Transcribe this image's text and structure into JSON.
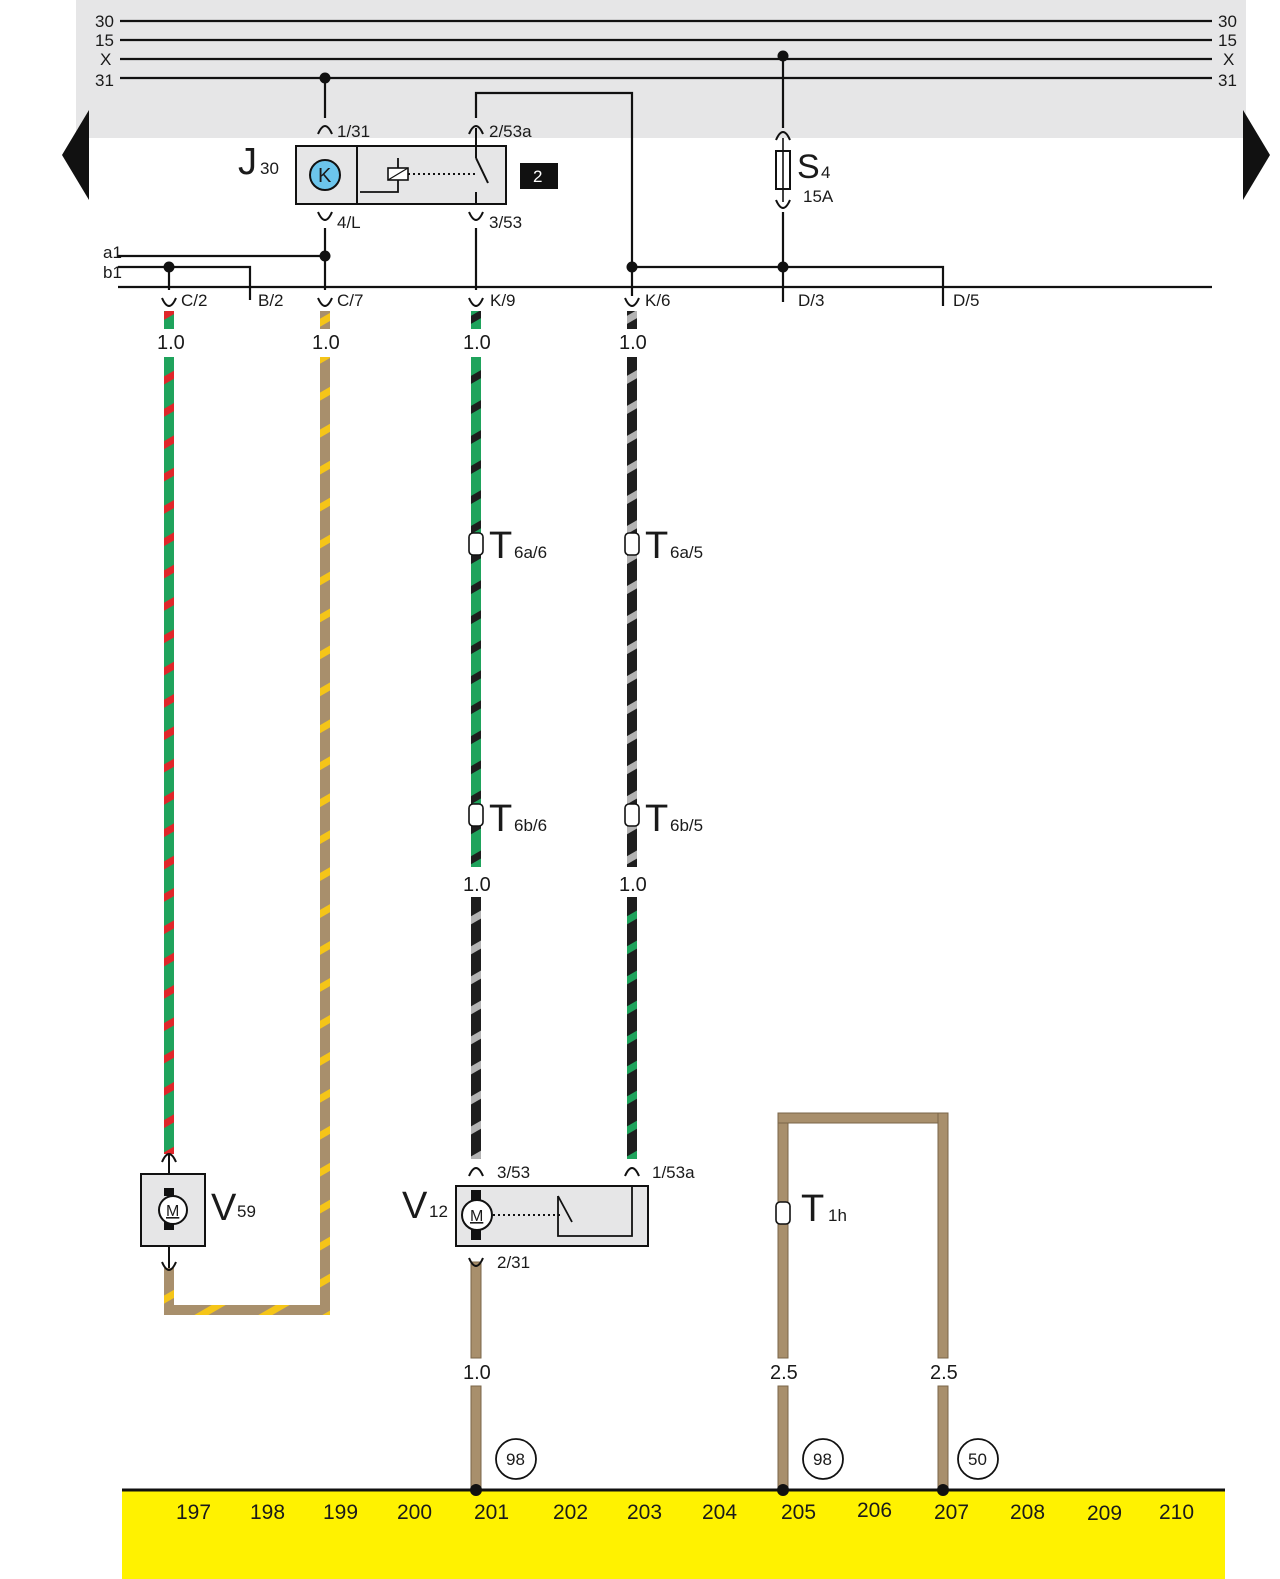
{
  "bus": {
    "lines_left": [
      "30",
      "15",
      "X",
      "31"
    ],
    "lines_right": [
      "30",
      "15",
      "X",
      "31"
    ]
  },
  "relay_j30": {
    "name": "J",
    "sub": "30",
    "coil_symbol": "K",
    "pin_top_left": "1/31",
    "pin_top_right": "2/53a",
    "pin_bottom_left": "4/L",
    "pin_bottom_right": "3/53",
    "ref_box": "2"
  },
  "fuse_s4": {
    "name": "S",
    "sub": "4",
    "rating": "15A"
  },
  "stubs": {
    "a": "a1",
    "b": "b1"
  },
  "connectors": [
    "C/2",
    "B/2",
    "C/7",
    "K/9",
    "K/6",
    "D/3",
    "D/5"
  ],
  "gauges": {
    "w1": "1.0",
    "w2": "1.0",
    "w3": "1.0",
    "w4": "1.0",
    "w3_lower": "1.0",
    "w4_lower": "1.0",
    "ground1": "1.0",
    "ground2": "2.5",
    "ground3": "2.5"
  },
  "terminals": {
    "t6a6": {
      "name": "T",
      "sub": "6a/6"
    },
    "t6a5": {
      "name": "T",
      "sub": "6a/5"
    },
    "t6b6": {
      "name": "T",
      "sub": "6b/6"
    },
    "t6b5": {
      "name": "T",
      "sub": "6b/5"
    },
    "t1h": {
      "name": "T",
      "sub": "1h"
    }
  },
  "motor_v59": {
    "name": "V",
    "sub": "59",
    "symbol": "M"
  },
  "motor_v12": {
    "name": "V",
    "sub": "12",
    "symbol": "M",
    "pin_top_left": "3/53",
    "pin_top_right": "1/53a",
    "pin_bottom": "2/31"
  },
  "ground_refs": [
    "98",
    "98",
    "50"
  ],
  "footer": {
    "numbers": [
      "197",
      "198",
      "199",
      "200",
      "201",
      "202",
      "203",
      "204",
      "205",
      "206",
      "207",
      "208",
      "209",
      "210"
    ]
  },
  "colors": {
    "panel_gray": "#e6e6e7",
    "footer_yellow": "#fff200",
    "wire_green": "#1fa35c",
    "wire_red": "#e0262a",
    "wire_brown": "#a88f6c",
    "wire_yellow": "#f5c518",
    "wire_black": "#1e1e1e",
    "wire_gray": "#b3b3b3",
    "relay_coil_blue": "#6cc5ec"
  }
}
